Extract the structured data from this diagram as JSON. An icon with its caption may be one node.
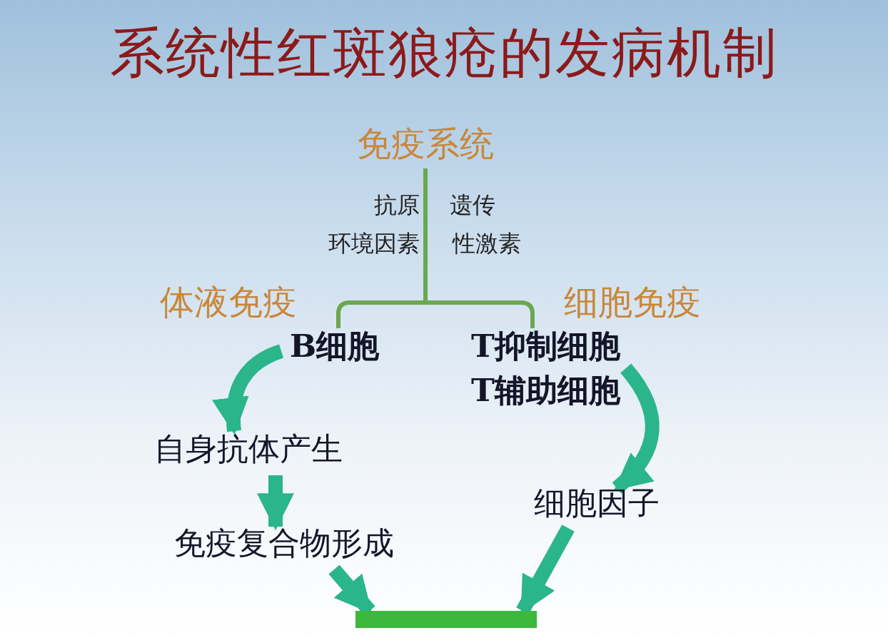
{
  "diagram": {
    "title": "系统性红斑狼疮的发病机制",
    "nodes": [
      {
        "text": [
          "免疫系统"
        ]
      },
      {
        "text": [
          "B细胞"
        ]
      },
      {
        "text": [
          "T抑制细胞",
          "T辅助细胞"
        ]
      },
      {
        "text": [
          "自身抗体产生"
        ]
      },
      {
        "text": [
          "细胞因子"
        ]
      },
      {
        "text": [
          "免疫复合物形成"
        ]
      },
      {
        "text": [],
        "shape": "bar"
      }
    ],
    "edges": [
      {
        "from": 0,
        "to": 1,
        "arrow": "none",
        "color": "#6aa84f"
      },
      {
        "from": 0,
        "to": 2,
        "arrow": "none",
        "color": "#6aa84f"
      },
      {
        "from": 1,
        "to": 3,
        "arrow": "to"
      },
      {
        "from": 2,
        "to": 4,
        "arrow": "to"
      },
      {
        "from": 3,
        "to": 5,
        "arrow": "to"
      },
      {
        "from": 5,
        "to": 6,
        "arrow": "to"
      },
      {
        "from": 4,
        "to": 6,
        "arrow": "to"
      }
    ],
    "labels": [
      "抗原",
      "环境因素",
      "遗传",
      "性激素",
      "体液免疫",
      "细胞免疫"
    ]
  }
}
